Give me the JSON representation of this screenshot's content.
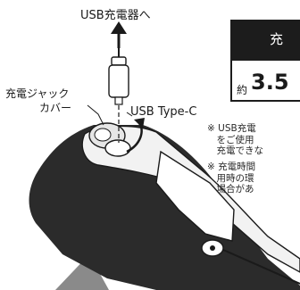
{
  "labels": {
    "usb_charger": "USB充電器へ",
    "jack_cover_line1": "充電ジャック",
    "jack_cover_line2": "カバー",
    "usb_type": "USB Type-C"
  },
  "spec_box": {
    "title": "充",
    "time_prefix": "約",
    "time_value": "3.5"
  },
  "notes": [
    "※ USB充電\n　をご使用\n　充電できな",
    "※ 充電時間\n　用時の環\n　場合があ"
  ],
  "colors": {
    "accent_dark": "#1c1c1c",
    "device_body": "#2a2a2a",
    "gray_pointer": "#8a8a8a"
  }
}
